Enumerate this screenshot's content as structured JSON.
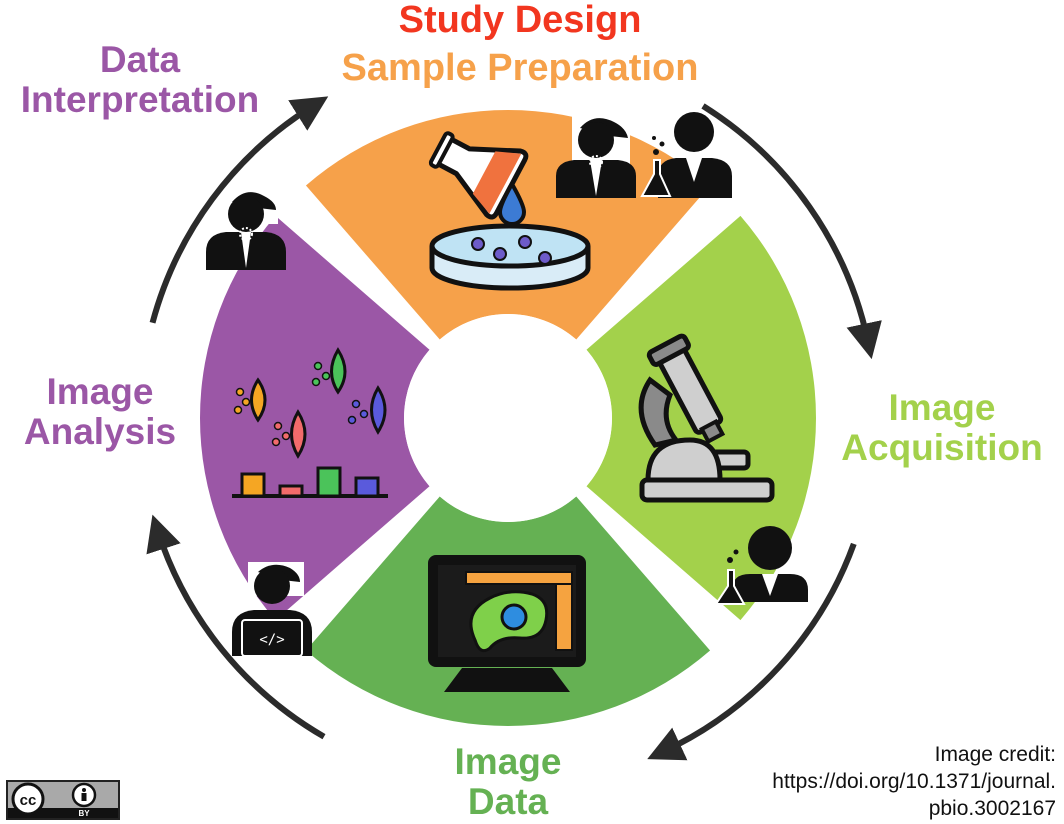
{
  "colors": {
    "study_design": "#f2361f",
    "sample_preparation": "#f6a14a",
    "image_acquisition": "#a3d14b",
    "image_data": "#65b153",
    "image_analysis": "#9b57a6",
    "data_interpretation": "#9b57a6",
    "arrow": "#2b2b2b"
  },
  "labels": {
    "study_design": "Study Design",
    "sample_preparation": "Sample Preparation",
    "data_interpretation": [
      "Data",
      "Interpretation"
    ],
    "image_acquisition": [
      "Image",
      "Acquisition"
    ],
    "image_analysis": [
      "Image",
      "Analysis"
    ],
    "image_data": [
      "Image",
      "Data"
    ]
  },
  "credit": [
    "Image credit:",
    "https://doi.org/10.1371/journal.",
    "pbio.3002167"
  ],
  "license": {
    "badge": "cc-by-badge",
    "text_left": "cc",
    "text_right": "BY"
  },
  "icons": {
    "sample_preparation": [
      "flask-pouring-icon",
      "petri-dish-icon",
      "scientist-woman-icon",
      "scientist-man-flask-icon"
    ],
    "image_acquisition": [
      "microscope-icon",
      "scientist-man-flask-icon"
    ],
    "image_data": [
      "monitor-cell-image-icon"
    ],
    "image_analysis": [
      "distribution-plots-icon",
      "bar-chart-icon",
      "programmer-laptop-icon"
    ],
    "data_interpretation": [
      "scientist-woman-icon"
    ]
  }
}
